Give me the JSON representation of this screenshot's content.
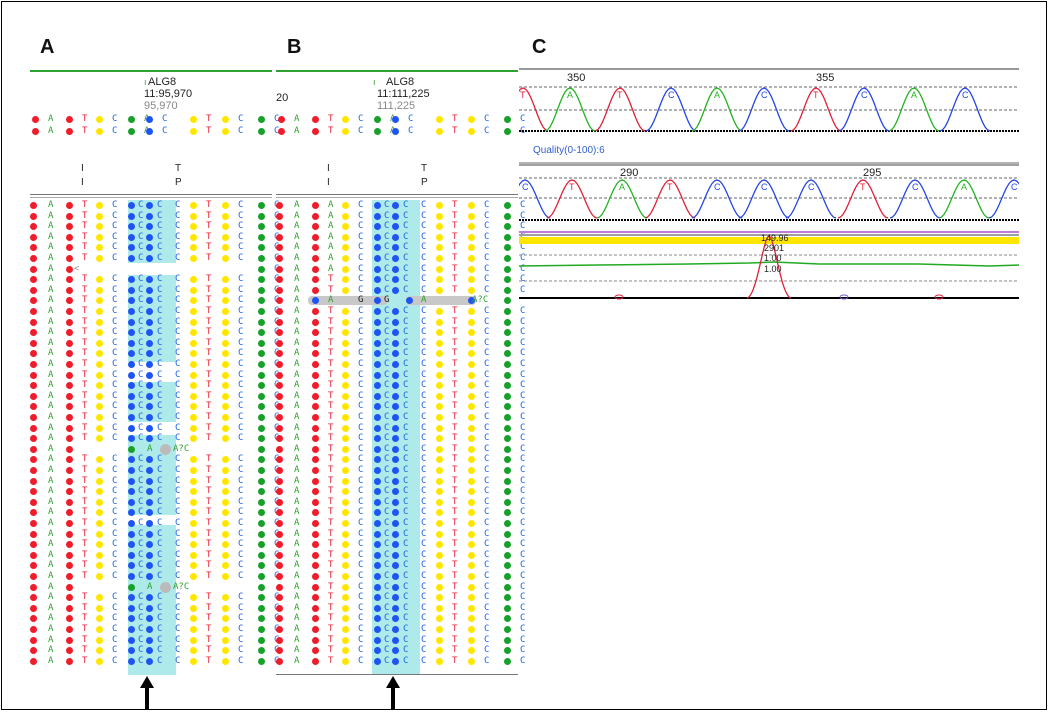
{
  "colors": {
    "A": "#2fa02f",
    "T": "#e8223a",
    "C": "#1e63e6",
    "G": "#1a1a1a",
    "dot_red": "#ef1c2c",
    "dot_yellow": "#ffe600",
    "dot_blue": "#1e55f2",
    "dot_green": "#18a12a",
    "highlight": "#aeeaea",
    "gene_line": "#2ea12e",
    "quality_text": "#2f5fcf"
  },
  "panel_a": {
    "letter": "A",
    "gene": "ALG8",
    "position": "11:95,970",
    "position_sub": "95,970",
    "ref_bases": [
      "A",
      "T",
      "C",
      "A",
      "C",
      "T",
      "C",
      "C"
    ],
    "aa_top": [
      "I",
      "T"
    ],
    "aa_bottom": [
      "I",
      "P"
    ],
    "insert_a": "A",
    "insert_c": "A?C",
    "arrow_icon": "up-arrow-icon"
  },
  "panel_b": {
    "letter": "B",
    "gene": "ALG8",
    "left_num": "20",
    "position": "11:111,225",
    "position_sub": "111,225",
    "ref_bases": [
      "A",
      "T",
      "C",
      "A",
      "C",
      "T",
      "C",
      "C"
    ],
    "aa_top": [
      "I",
      "T"
    ],
    "aa_bottom": [
      "I",
      "P"
    ],
    "gap_row_bases": [
      "A",
      "G",
      "G",
      "A",
      "A?C"
    ],
    "arrow_icon": "up-arrow-icon"
  },
  "panel_c": {
    "letter": "C",
    "trace1_ticks": [
      "350",
      "355"
    ],
    "trace1_bases": [
      "T",
      "A",
      "T",
      "C",
      "A",
      "C",
      "T",
      "C",
      "A",
      "C"
    ],
    "quality": "Quality(0-100):6",
    "trace2_ticks": [
      "290",
      "295"
    ],
    "trace2_bases": [
      "C",
      "T",
      "A",
      "T",
      "C",
      "C",
      "C",
      "T",
      "C",
      "A",
      "C"
    ],
    "stats": [
      "149.96",
      "2901",
      "1.00",
      "1.00"
    ]
  }
}
